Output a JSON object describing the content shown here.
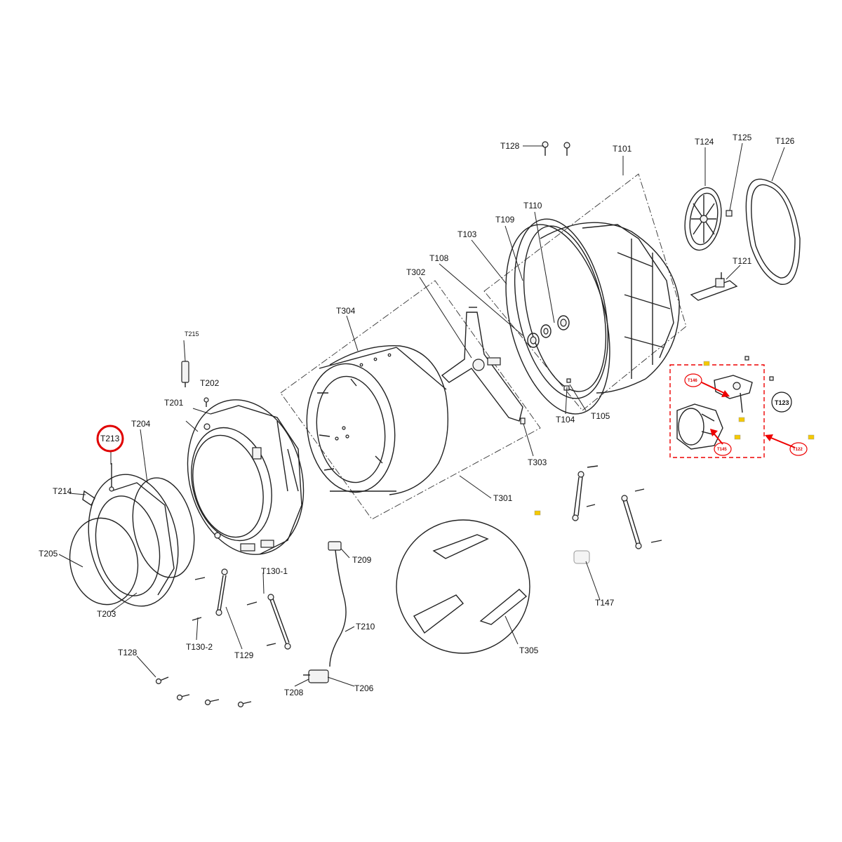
{
  "labels": {
    "t128_top": "T128",
    "t101": "T101",
    "t124": "T124",
    "t125": "T125",
    "t126": "T126",
    "t110": "T110",
    "t109": "T109",
    "t103": "T103",
    "t108": "T108",
    "t302": "T302",
    "t121": "T121",
    "t304": "T304",
    "t215": "T215",
    "t202": "T202",
    "t201": "T201",
    "t204": "T204",
    "t213": "T213",
    "t214": "T214",
    "t205": "T205",
    "t203": "T203",
    "t104": "T104",
    "t105": "T105",
    "t303": "T303",
    "t301": "T301",
    "t146": "T146",
    "t145": "T145",
    "t122": "T122",
    "t123": "T123",
    "t209": "T209",
    "t130_1": "T130-1",
    "t130_2": "T130-2",
    "t129": "T129",
    "t210": "T210",
    "t128_bottom": "T128",
    "t208": "T208",
    "t206": "T206",
    "t305": "T305",
    "t147": "T147"
  },
  "highlight": {
    "circled_part": "T213",
    "circle_color": "#e00000"
  }
}
